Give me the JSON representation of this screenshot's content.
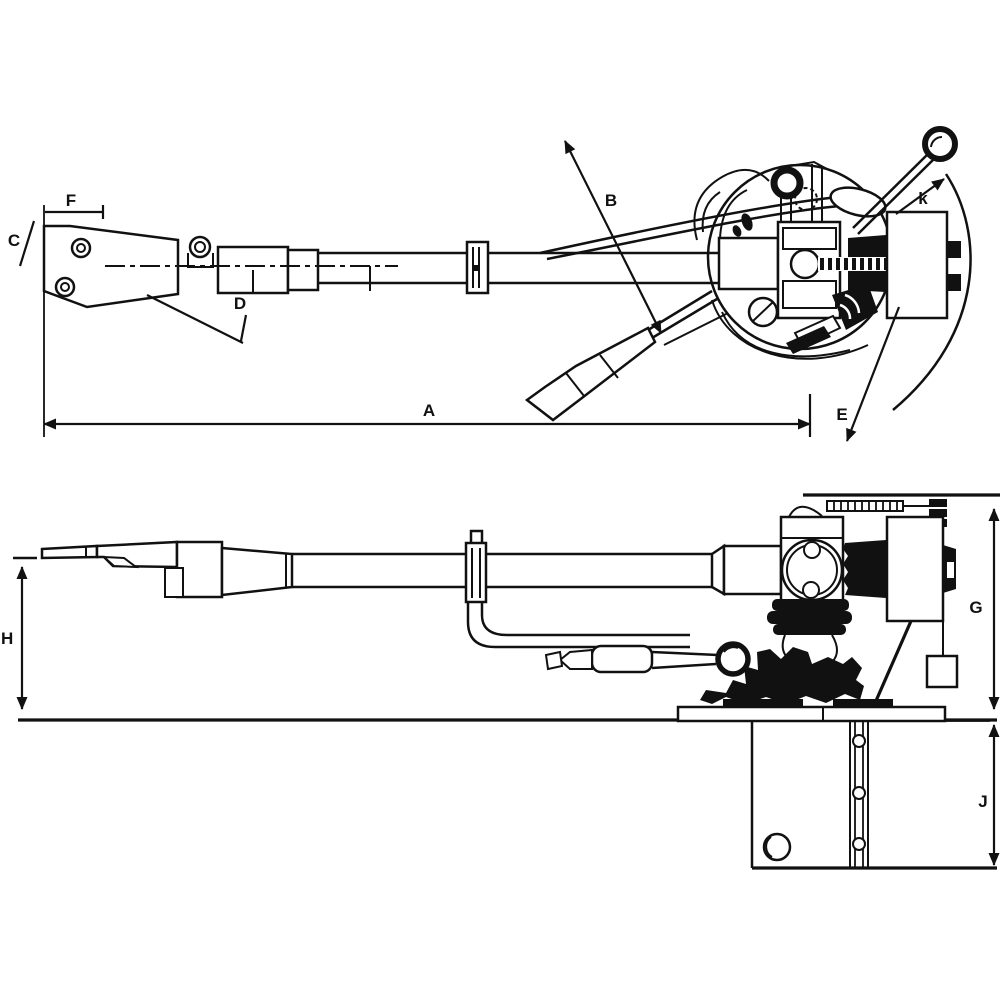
{
  "diagram": {
    "background_color": "#ffffff",
    "line_color": "#111111",
    "dimension_labels": {
      "A": "A",
      "B": "B",
      "C": "C",
      "D": "D",
      "E": "E",
      "F": "F",
      "k": "k",
      "G": "G",
      "H": "H",
      "J": "J"
    }
  }
}
